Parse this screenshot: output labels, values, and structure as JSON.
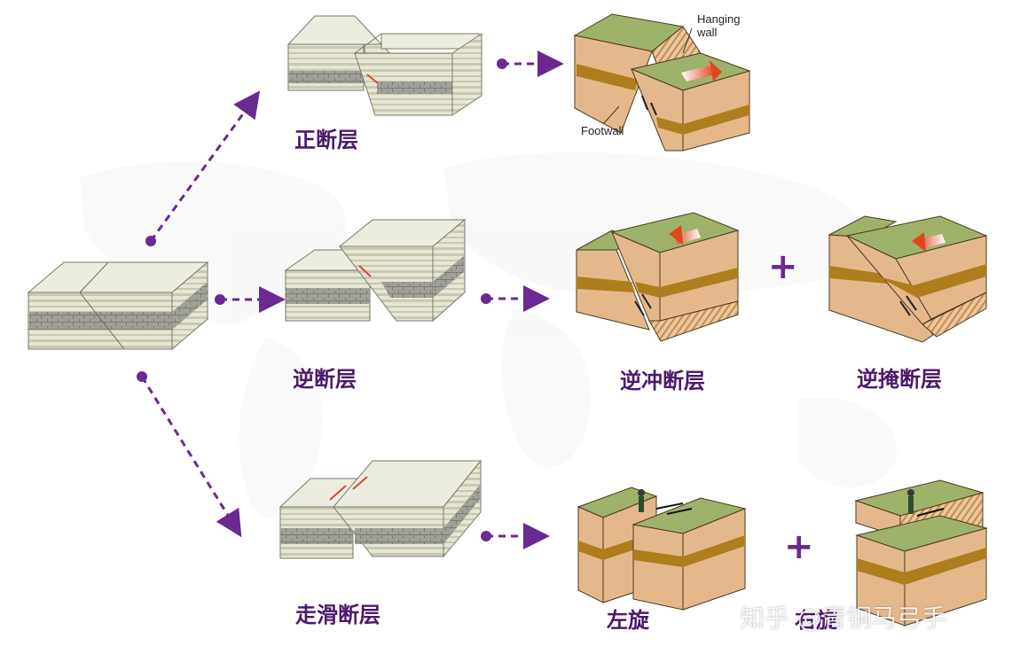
{
  "labels": {
    "normal_fault": "正断层",
    "reverse_fault": "逆断层",
    "strike_slip_fault": "走滑断层",
    "thrust_fault": "逆冲断层",
    "overthrust_fault": "逆掩断层",
    "left_lateral": "左旋",
    "right_lateral": "右旋"
  },
  "callouts": {
    "hanging_wall_line1": "Hanging",
    "hanging_wall_line2": "wall",
    "footwall": "Footwall"
  },
  "symbols": {
    "plus": "+"
  },
  "watermark": "知乎 @青铜马弓手",
  "colors": {
    "arrow": "#6a2a91",
    "label": "#4b1a6b",
    "block_top": "#9fb26a",
    "block_side": "#e5b88b",
    "block_band": "#b07d1e",
    "strata_light": "#e7e7d4",
    "strata_dark": "#9a9a93"
  }
}
